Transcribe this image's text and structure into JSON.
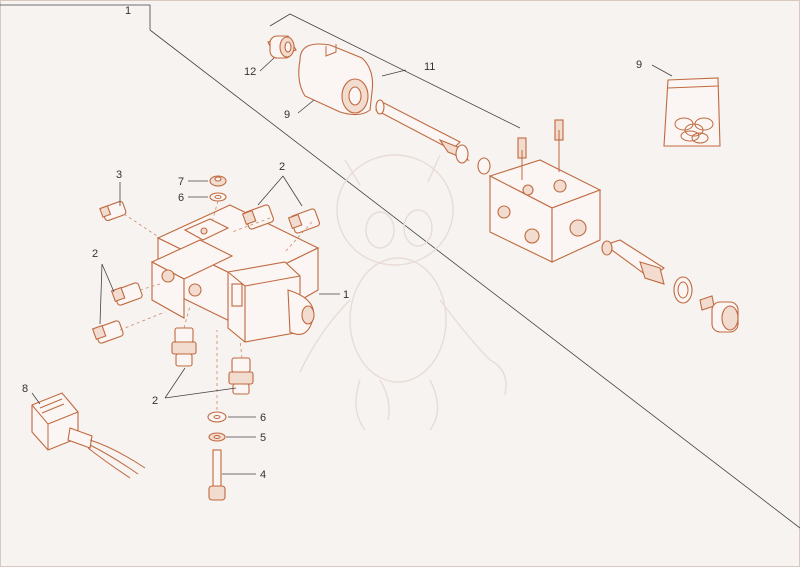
{
  "colors": {
    "background": "#f7f3f1",
    "part_stroke": "#c0693f",
    "part_fill": "#f2dccf",
    "leader": "#444444",
    "label": "#333333"
  },
  "callouts": [
    {
      "id": "c1-top",
      "text": "1"
    },
    {
      "id": "c1-right",
      "text": "1"
    },
    {
      "id": "c2-a",
      "text": "2"
    },
    {
      "id": "c2-b",
      "text": "2"
    },
    {
      "id": "c2-c",
      "text": "2"
    },
    {
      "id": "c3",
      "text": "3"
    },
    {
      "id": "c4",
      "text": "4"
    },
    {
      "id": "c5",
      "text": "5"
    },
    {
      "id": "c6-top",
      "text": "6"
    },
    {
      "id": "c6-bottom",
      "text": "6"
    },
    {
      "id": "c7",
      "text": "7"
    },
    {
      "id": "c8",
      "text": "8"
    },
    {
      "id": "c9-coil",
      "text": "9"
    },
    {
      "id": "c9-kit",
      "text": "9"
    },
    {
      "id": "c11",
      "text": "11"
    },
    {
      "id": "c12",
      "text": "12"
    }
  ]
}
